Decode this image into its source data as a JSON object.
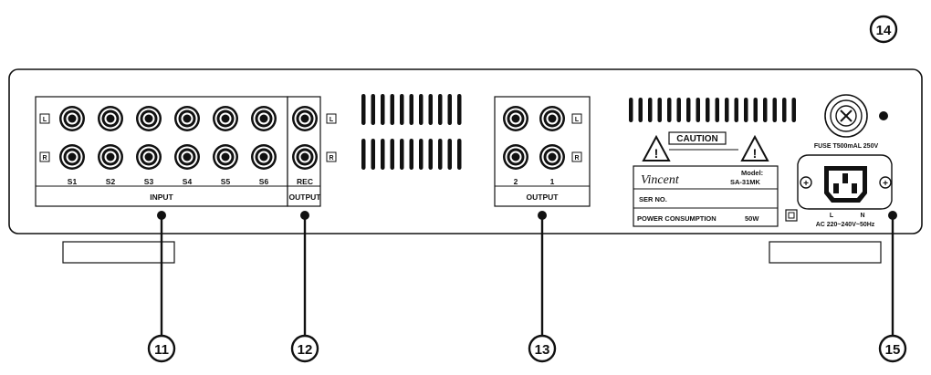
{
  "inputs": {
    "channels": [
      "S1",
      "S2",
      "S3",
      "S4",
      "S5",
      "S6"
    ],
    "group_label": "INPUT"
  },
  "rec": {
    "channel": "REC",
    "group_label": "OUTPUT"
  },
  "outputs": {
    "channels": [
      "2",
      "1"
    ],
    "group_label": "OUTPUT"
  },
  "side_marks": {
    "left": "L",
    "right": "R"
  },
  "caution_label": "CAUTION",
  "label_plate": {
    "brand": "Vincent",
    "model_caption": "Model:",
    "model": "SA-31MK",
    "serial": "SER NO.",
    "power_caption": "POWER CONSUMPTION",
    "power_value": "50W"
  },
  "fuse_label": "FUSE T500mAL 250V",
  "ac_socket": {
    "live": "L",
    "neutral": "N",
    "rating": "AC 220~240V~50Hz"
  },
  "callouts": [
    "11",
    "12",
    "13",
    "14",
    "15"
  ]
}
